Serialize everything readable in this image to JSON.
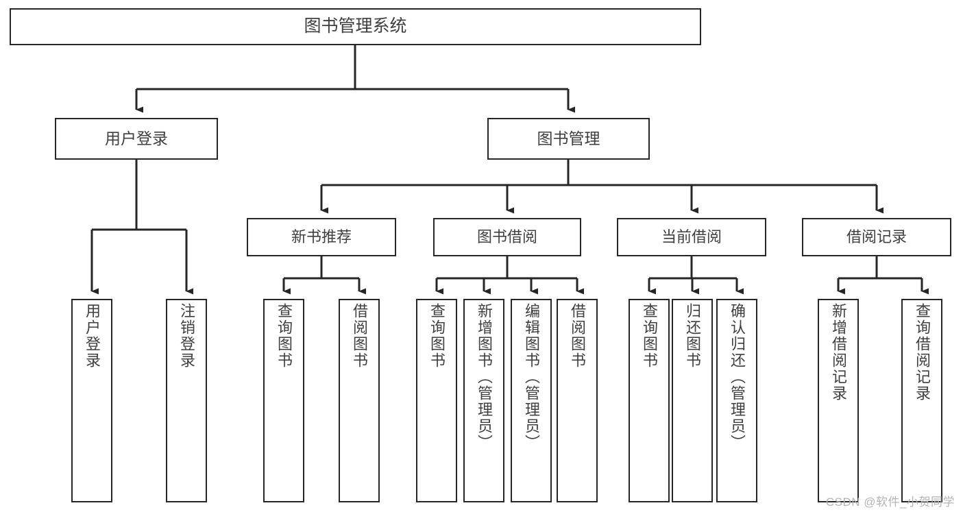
{
  "diagram": {
    "type": "tree",
    "title": "图书管理系统",
    "root": {
      "id": "root",
      "label": "图书管理系统"
    },
    "level1": [
      {
        "id": "user-login",
        "label": "用户登录"
      },
      {
        "id": "book-manage",
        "label": "图书管理"
      }
    ],
    "level2": [
      {
        "id": "new-book-rec",
        "label": "新书推荐",
        "parent": "book-manage"
      },
      {
        "id": "book-borrow",
        "label": "图书借阅",
        "parent": "book-manage"
      },
      {
        "id": "current-borrow",
        "label": "当前借阅",
        "parent": "book-manage"
      },
      {
        "id": "borrow-record",
        "label": "借阅记录",
        "parent": "book-manage"
      }
    ],
    "leaves": [
      {
        "id": "leaf-user-login",
        "label": "用户登录",
        "parent": "user-login"
      },
      {
        "id": "leaf-user-logout",
        "label": "注销登录",
        "parent": "user-login"
      },
      {
        "id": "leaf-query-book-1",
        "label": "查询图书",
        "parent": "new-book-rec"
      },
      {
        "id": "leaf-borrow-book-1",
        "label": "借阅图书",
        "parent": "new-book-rec"
      },
      {
        "id": "leaf-query-book-2",
        "label": "查询图书",
        "parent": "book-borrow"
      },
      {
        "id": "leaf-add-book",
        "label": "新增图书（管理员）",
        "parent": "book-borrow"
      },
      {
        "id": "leaf-edit-book",
        "label": "编辑图书（管理员）",
        "parent": "book-borrow"
      },
      {
        "id": "leaf-borrow-book-2",
        "label": "借阅图书",
        "parent": "book-borrow"
      },
      {
        "id": "leaf-query-book-3",
        "label": "查询图书",
        "parent": "current-borrow"
      },
      {
        "id": "leaf-return-book",
        "label": "归还图书",
        "parent": "current-borrow"
      },
      {
        "id": "leaf-confirm-return",
        "label": "确认归还（管理员）",
        "parent": "current-borrow"
      },
      {
        "id": "leaf-add-record",
        "label": "新增借阅记录",
        "parent": "borrow-record"
      },
      {
        "id": "leaf-query-record",
        "label": "查询借阅记录",
        "parent": "borrow-record"
      }
    ],
    "colors": {
      "box_border": "#262626",
      "box_fill": "#ffffff",
      "text": "#3f3f3f",
      "connector": "#262626",
      "watermark": "#b3b3b3"
    }
  },
  "watermark": {
    "text": "CSDN @软件_小贺同学"
  }
}
